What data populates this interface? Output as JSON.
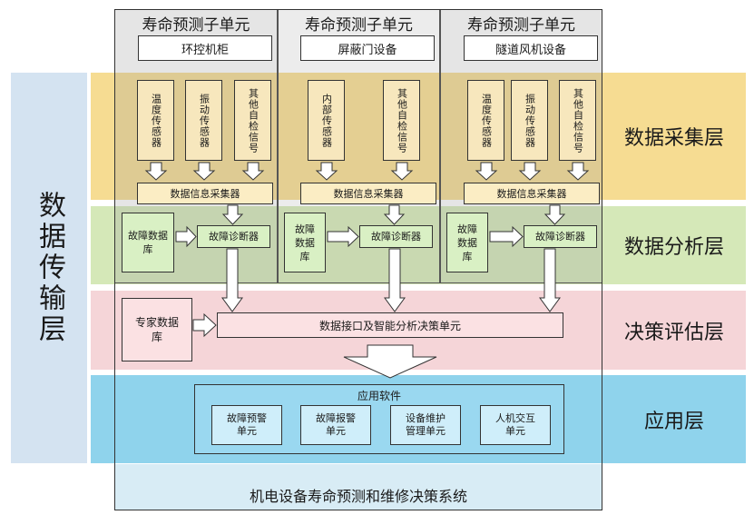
{
  "layers": {
    "transmission": "数据传输层",
    "collection": "数据采集层",
    "analysis": "数据分析层",
    "decision": "决策评估层",
    "application": "应用层"
  },
  "units": [
    {
      "title": "寿命预测子单元",
      "subtitle": "环控机柜",
      "sensors": [
        "温度传感器",
        "振动传感器",
        "其他自检信号"
      ],
      "db": "故障数据库"
    },
    {
      "title": "寿命预测子单元",
      "subtitle": "屏蔽门设备",
      "sensors": [
        "内部传感器",
        "其他自检信号"
      ],
      "db": "故障数据库"
    },
    {
      "title": "寿命预测子单元",
      "subtitle": "隧道风机设备",
      "sensors": [
        "温度传感器",
        "振动传感器",
        "其他自检信号"
      ],
      "db": "故障数据库"
    }
  ],
  "collector_label": "数据信息采集器",
  "diagnoser_label": "故障诊断器",
  "expert_db": "专家数据库",
  "decision_unit": "数据接口及智能分析决策单元",
  "app_software": {
    "title": "应用软件",
    "items": [
      "故障预警单元",
      "故障报警单元",
      "设备维护管理单元",
      "人机交互单元"
    ]
  },
  "system_title": "机电设备寿命预测和维修决策系统",
  "colors": {
    "collection_band": "#f6dc92",
    "analysis_band": "#d5e8b8",
    "decision_band": "#f5d5d8",
    "application_band": "#8fd3ec",
    "transmission_band": "#d4e3f1",
    "unit_panel": "#e2e2e2"
  }
}
